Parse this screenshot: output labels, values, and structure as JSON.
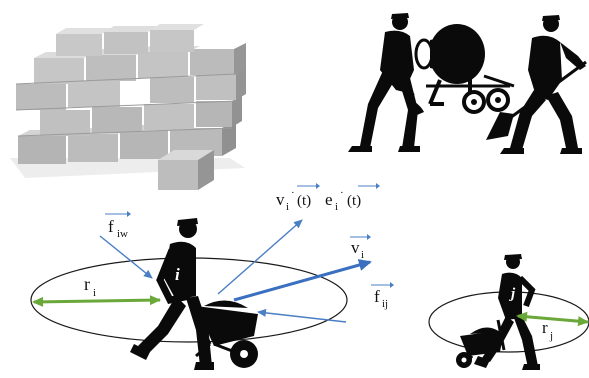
{
  "colors": {
    "force_arrow": "#4a7fc4",
    "velocity_arrow": "#3b6fc0",
    "radius_arrow": "#6aa83a",
    "ellipse_stroke": "#1a1a1a",
    "silhouette": "#0a0a0a",
    "block_face": "#b9b9b9",
    "block_top": "#d7d7d7",
    "block_side": "#8f8f8f"
  },
  "labels": {
    "f_iw": {
      "base": "f",
      "sub": "iw"
    },
    "desired_velocity": {
      "v": "v",
      "v_sub": "i",
      "t1": "(t)",
      "e": "e",
      "e_sub": "i",
      "t2": "(t)"
    },
    "v_i": {
      "base": "v",
      "sub": "i"
    },
    "f_ij": {
      "base": "f",
      "sub": "ij"
    },
    "r_i": {
      "base": "r",
      "sub": "i"
    },
    "r_j": {
      "base": "r",
      "sub": "j"
    },
    "agent_i": "i",
    "agent_j": "j"
  },
  "icons": [
    "brick-wall-icon",
    "concrete-mixer-workers-icon",
    "worker-wheelbarrow-icon"
  ]
}
